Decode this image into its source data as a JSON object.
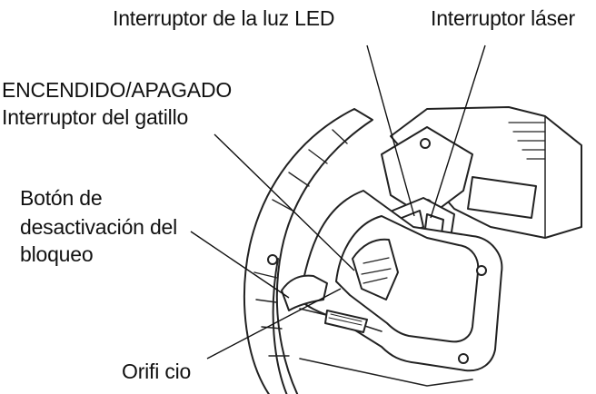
{
  "labels": {
    "led_switch": "Interruptor de la luz LED",
    "laser_switch": "Interruptor láser",
    "on_off_line1": "ENCENDIDO/APAGADO",
    "on_off_line2": "Interruptor del gatillo",
    "lockoff_line1": "Botón de",
    "lockoff_line2": "desactivación del",
    "lockoff_line3": "bloqueo",
    "orifice": "Orifi cio"
  },
  "colors": {
    "ink": "#111111",
    "background": "#ffffff"
  }
}
